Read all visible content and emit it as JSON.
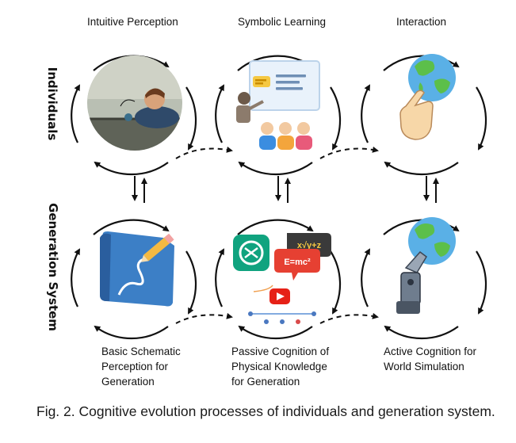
{
  "columns": {
    "intuitive": "Intuitive Perception",
    "symbolic": "Symbolic Learning",
    "interaction": "Interaction"
  },
  "rows": {
    "individuals": "Individuals",
    "generation": "Generation System"
  },
  "bottom_labels": {
    "basic": "Basic Schematic\nPerception for\nGeneration",
    "passive": "Passive Cognition of\nPhysical Knowledge\nfor Generation",
    "active": "Active Cognition for\nWorld Simulation"
  },
  "formula_badge": "E=mc²",
  "math_badge": "x√y+z",
  "caption": "Fig. 2. Cognitive evolution processes of individuals and generation system."
}
